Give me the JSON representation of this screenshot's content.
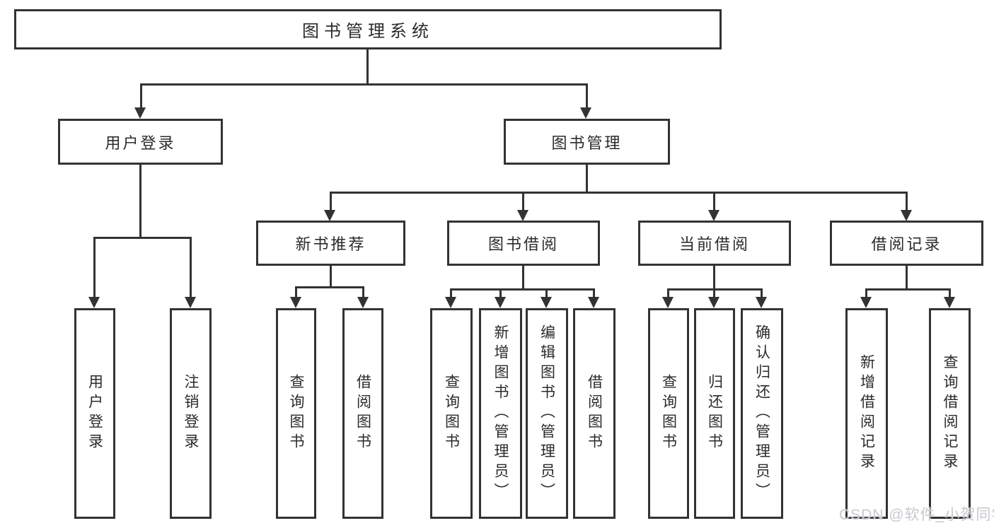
{
  "diagram_title": "图书管理系统",
  "nodes": {
    "root": {
      "label": "图书管理系统"
    },
    "user_login": {
      "label": "用户登录"
    },
    "book_mgmt": {
      "label": "图书管理"
    },
    "new_book": {
      "label": "新书推荐"
    },
    "book_borrow": {
      "label": "图书借阅"
    },
    "current_borrow": {
      "label": "当前借阅"
    },
    "borrow_records": {
      "label": "借阅记录"
    }
  },
  "leaves": {
    "user_login": [
      "用户登录",
      "注销登录"
    ],
    "new_book": [
      "查询图书",
      "借阅图书"
    ],
    "book_borrow": [
      "查询图书",
      "新增图书（管理员）",
      "编辑图书（管理员）",
      "借阅图书"
    ],
    "current_borrow": [
      "查询图书",
      "归还图书",
      "确认归还（管理员）"
    ],
    "borrow_records": [
      "新增借阅记录",
      "查询借阅记录"
    ]
  },
  "watermark": {
    "text": "CSDN @软件_小贺同学"
  },
  "colors": {
    "line": "#333333",
    "text": "#2b2b2b",
    "background": "#ffffff",
    "watermark": "#c6c9ce"
  }
}
